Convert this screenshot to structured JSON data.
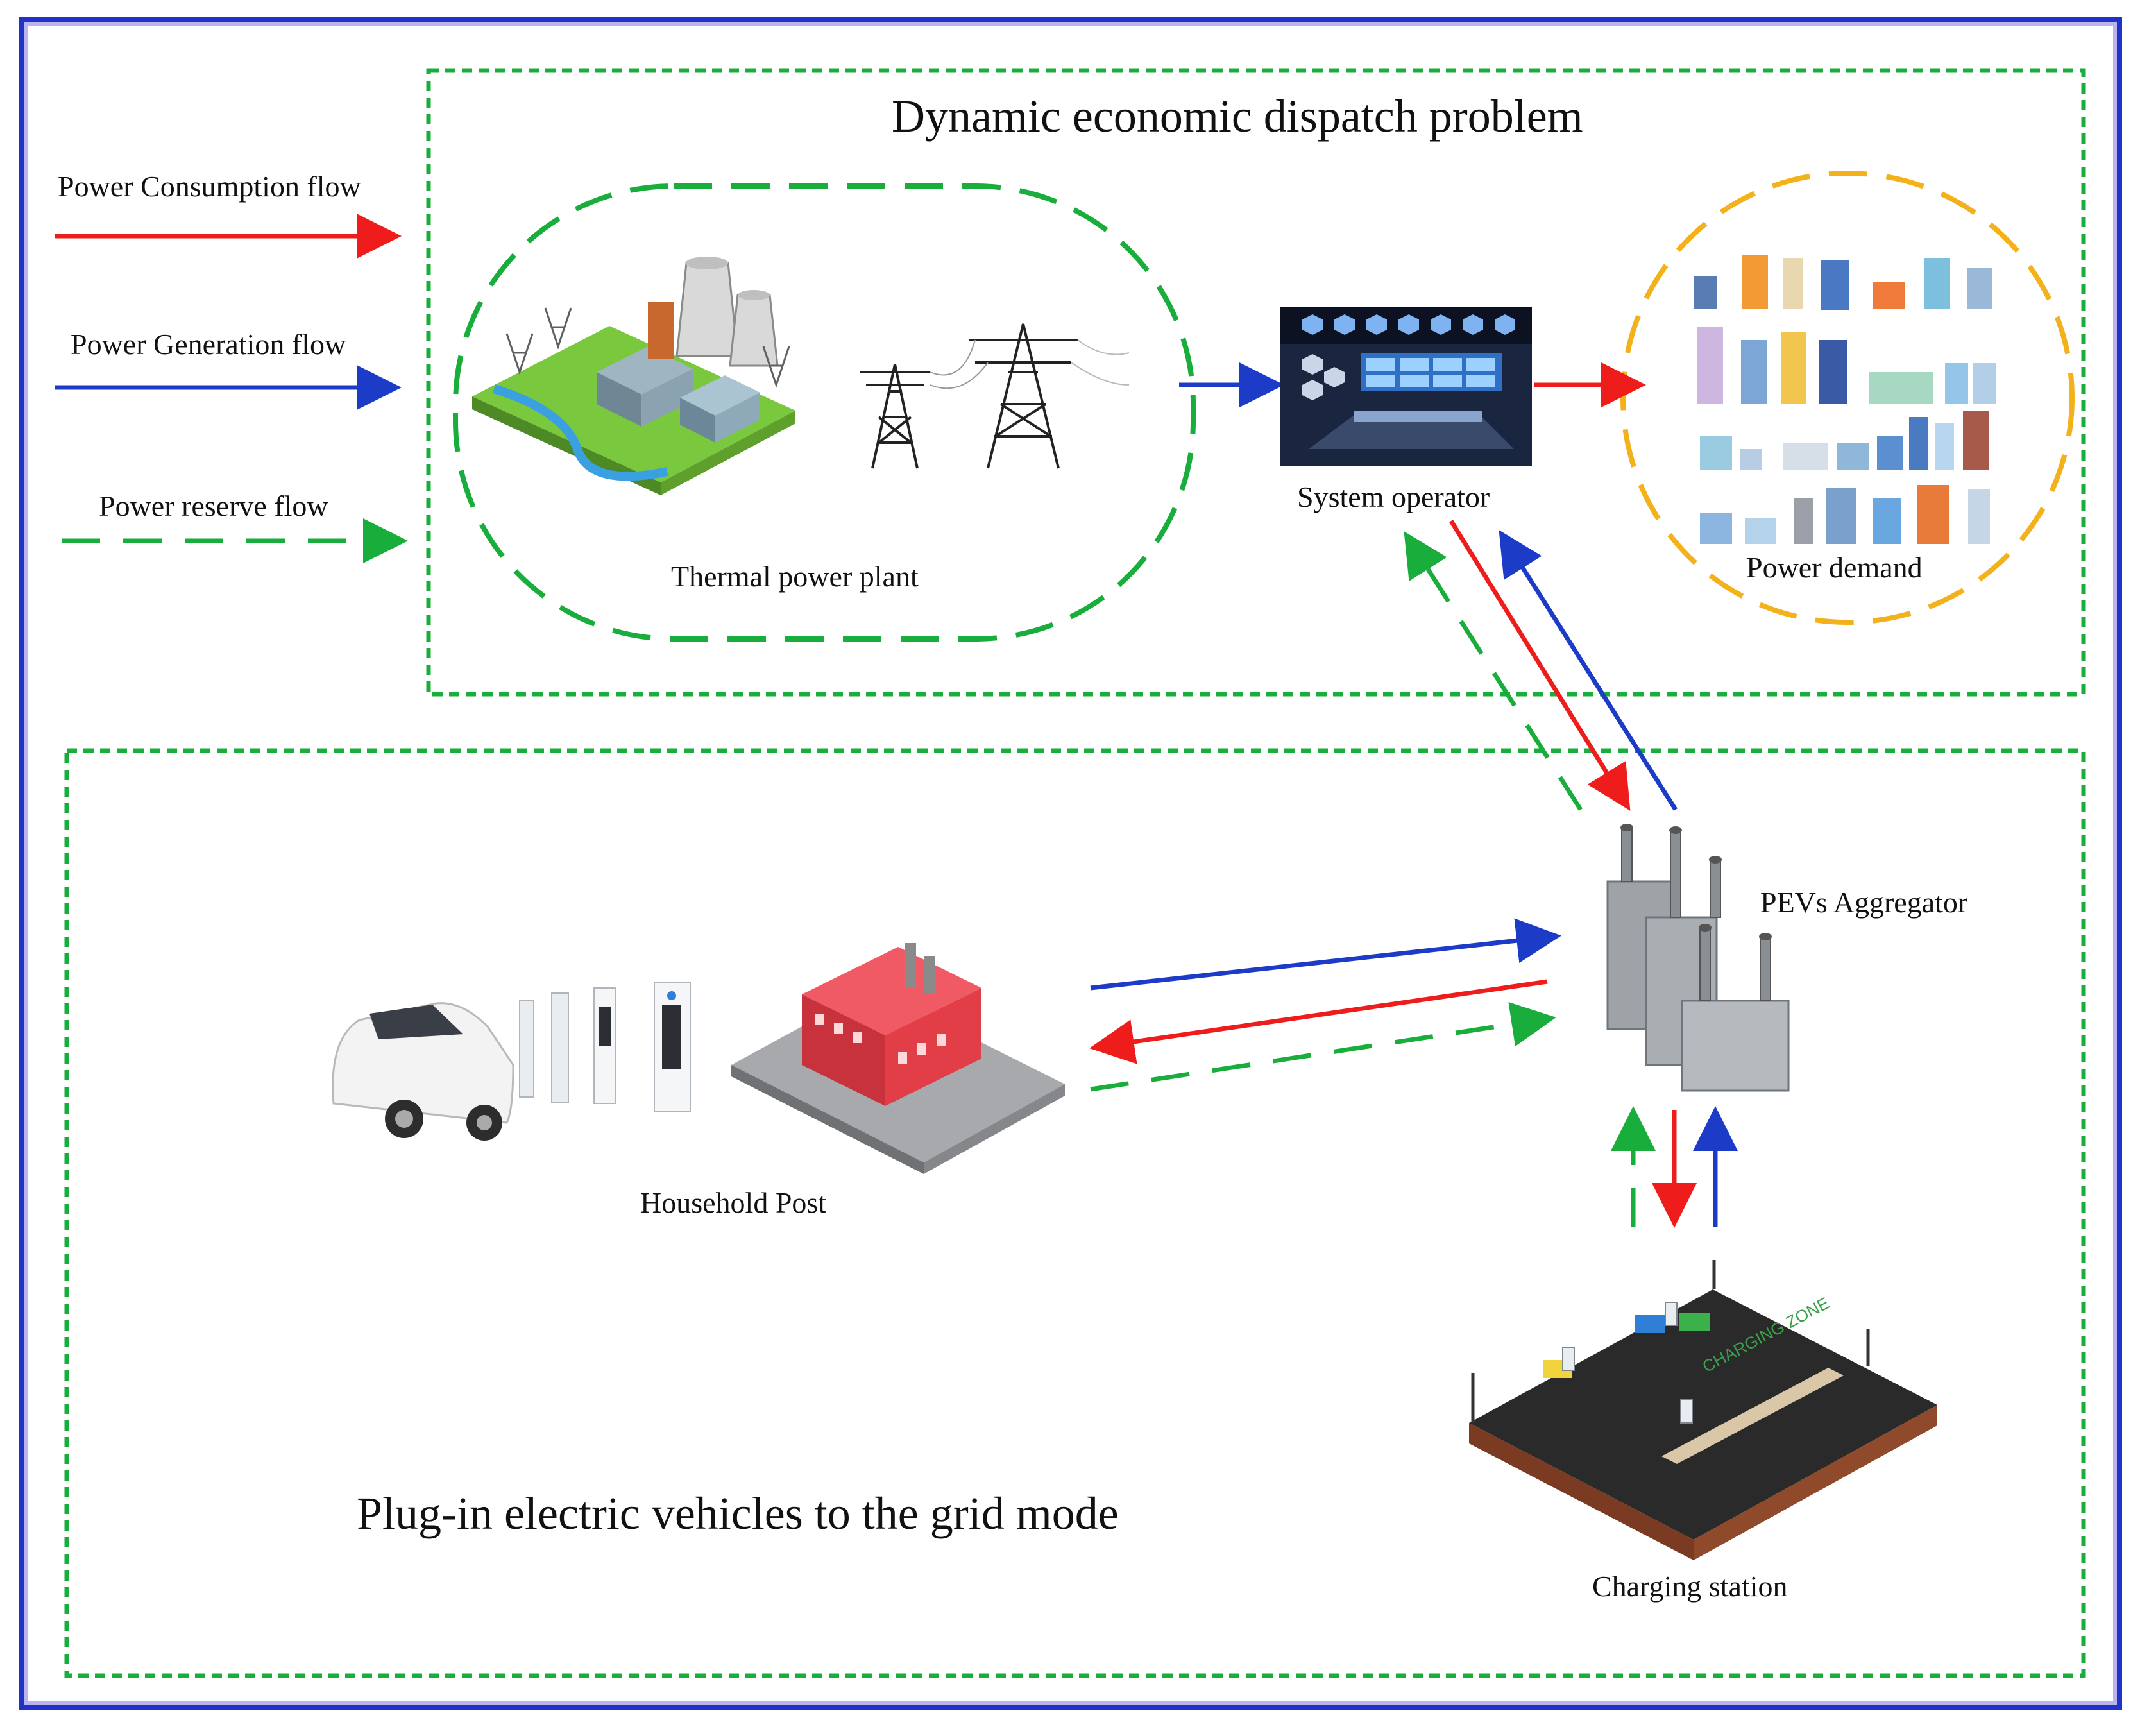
{
  "colors": {
    "frame": "#1f33c8",
    "frame_inner": "#b9b3f0",
    "consumption": "#ef1c1c",
    "generation": "#1c3cc8",
    "reserve": "#19ad3c",
    "plant_border": "#19ad3c",
    "demand_border": "#f3b21c"
  },
  "legend": {
    "consumption": "Power Consumption flow",
    "generation": "Power Generation flow",
    "reserve": "Power reserve flow"
  },
  "regions": {
    "dispatch_title": "Dynamic economic dispatch problem",
    "pev_title": "Plug-in electric vehicles to the grid mode"
  },
  "nodes": {
    "thermal_plant": "Thermal power plant",
    "system_operator": "System operator",
    "power_demand": "Power demand",
    "pev_aggregator": "PEVs Aggregator",
    "household_post": "Household Post",
    "charging_station": "Charging station"
  },
  "icons": {
    "thermal_plant": "power-plant-icon",
    "transmission": "transmission-tower-icon",
    "system_operator": "control-room-icon",
    "power_demand": "city-buildings-icon",
    "pev_aggregator": "transformer-icon",
    "household_post": "ev-charger-house-icon",
    "charging_station": "charging-lot-icon"
  }
}
